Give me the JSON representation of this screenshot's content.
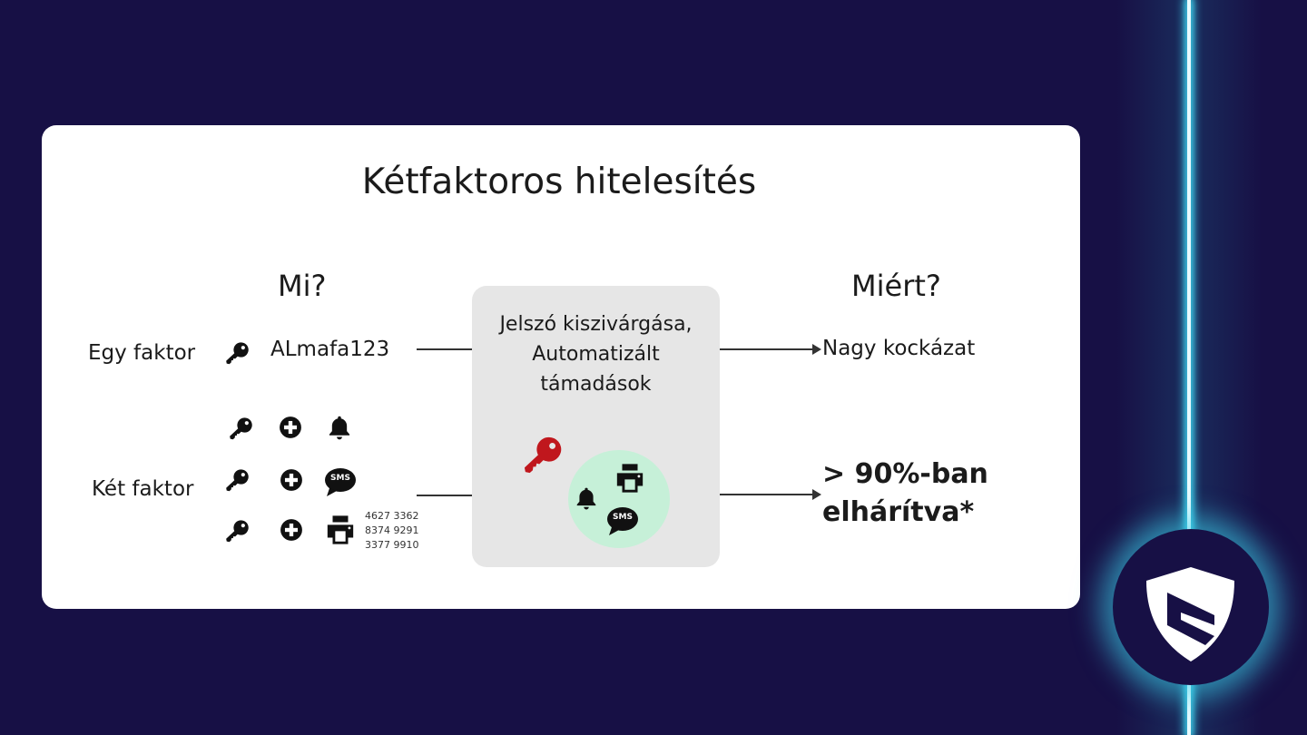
{
  "title": "Kétfaktoros hitelesítés",
  "left_header": "Mi?",
  "right_header": "Miért?",
  "rows": {
    "one_factor": {
      "label": "Egy faktor",
      "password": "ALmafa123",
      "result": "Nagy kockázat"
    },
    "two_factor": {
      "label": "Két faktor",
      "codes": [
        "4627 3362",
        "8374 9291",
        "3377 9910"
      ],
      "result_line1": "> 90%-ban",
      "result_line2": "elhárítva*"
    }
  },
  "center_box": {
    "line1": "Jelszó kiszivárgása,",
    "line2": "Automatizált",
    "line3": "támadások"
  },
  "icons": {
    "key": "key-icon",
    "plus": "plus-circle-icon",
    "bell": "bell-icon",
    "sms": "sms-bubble-icon",
    "printer": "printer-icon",
    "logo": "shield-logo"
  },
  "sms_text": "SMS",
  "colors": {
    "background": "#171045",
    "card": "#ffffff",
    "center_box": "#e6e6e6",
    "green": "#c6f0d8",
    "red_key": "#c0171d",
    "glow": "#3fd6f0"
  }
}
